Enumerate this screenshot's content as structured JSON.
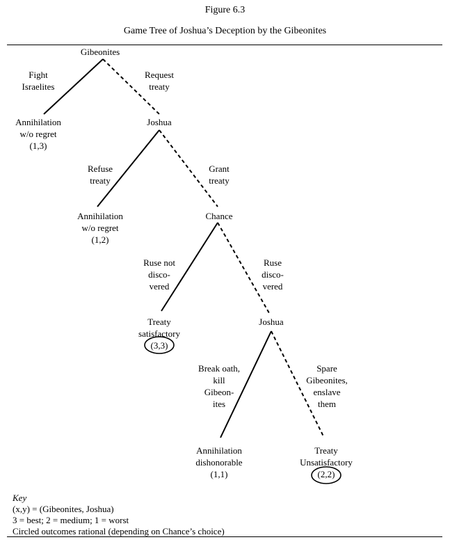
{
  "figure_label": "Figure 6.3",
  "figure_title": "Game Tree of Joshua’s Deception by the Gibeonites",
  "nodes": {
    "root": "Gibeonites",
    "joshua1": "Joshua",
    "chance": "Chance",
    "joshua2": "Joshua"
  },
  "outcomes": {
    "o1": {
      "line1": "Annihilation",
      "line2": "w/o regret",
      "payoff": "(1,3)"
    },
    "o2": {
      "line1": "Annihilation",
      "line2": "w/o regret",
      "payoff": "(1,2)"
    },
    "o3": {
      "line1": "Treaty",
      "line2": "satisfactory",
      "payoff": "(3,3)"
    },
    "o4": {
      "line1": "Annihilation",
      "line2": "dishonorable",
      "payoff": "(1,1)"
    },
    "o5": {
      "line1": "Treaty",
      "line2": "Unsatisfactory",
      "payoff": "(2,2)"
    }
  },
  "edges": {
    "fight": [
      "Fight",
      "Israelites"
    ],
    "request": [
      "Request",
      "treaty"
    ],
    "refuse": [
      "Refuse",
      "treaty"
    ],
    "grant": [
      "Grant",
      "treaty"
    ],
    "ruse_not": [
      "Ruse not",
      "disco-",
      "vered"
    ],
    "ruse": [
      "Ruse",
      "disco-",
      "vered"
    ],
    "break": [
      "Break oath,",
      "kill",
      "Gibeon-",
      "ites"
    ],
    "spare": [
      "Spare",
      "Gibeonites,",
      "enslave",
      "them"
    ]
  },
  "key": {
    "title": "Key",
    "line1": "(x,y) = (Gibeonites, Joshua)",
    "line2": "3 = best; 2 = medium; 1 = worst",
    "line3": "Circled outcomes rational (depending on Chance’s choice)"
  }
}
